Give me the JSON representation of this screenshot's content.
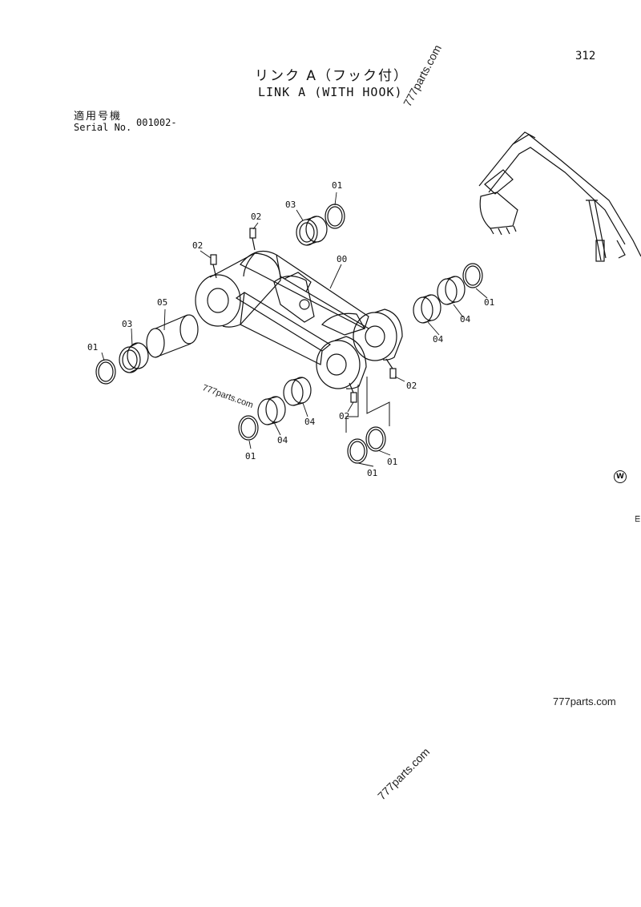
{
  "page": {
    "number": "312"
  },
  "title": {
    "jp": "リンク A（フック付）",
    "en": "LINK A (WITH HOOK)"
  },
  "applicable": {
    "label_jp": "適用号機",
    "label_en": "Serial No.",
    "serial": "001002-"
  },
  "watermarks": [
    "777parts.com",
    "777parts.com",
    "777parts.com",
    "777parts.com"
  ],
  "badge": "W",
  "edge_mark": "ш",
  "callouts": [
    {
      "id": "c01a",
      "text": "01"
    },
    {
      "id": "c03a",
      "text": "03"
    },
    {
      "id": "c02a",
      "text": "02"
    },
    {
      "id": "c02b",
      "text": "02"
    },
    {
      "id": "c00",
      "text": "00"
    },
    {
      "id": "c05",
      "text": "05"
    },
    {
      "id": "c03b",
      "text": "03"
    },
    {
      "id": "c01b",
      "text": "01"
    },
    {
      "id": "c01c",
      "text": "01"
    },
    {
      "id": "c04a",
      "text": "04"
    },
    {
      "id": "c04b",
      "text": "04"
    },
    {
      "id": "c02c",
      "text": "02"
    },
    {
      "id": "c04c",
      "text": "04"
    },
    {
      "id": "c02d",
      "text": "02"
    },
    {
      "id": "c04d",
      "text": "04"
    },
    {
      "id": "c01d",
      "text": "01"
    },
    {
      "id": "c01e",
      "text": "01"
    },
    {
      "id": "c01f",
      "text": "01"
    }
  ]
}
